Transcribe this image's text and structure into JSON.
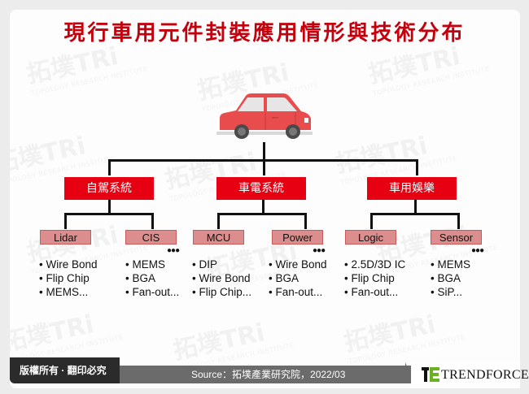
{
  "title": "現行車用元件封裝應用情形與技術分布",
  "watermark": {
    "main": "拓墣TRi",
    "sub": "TOPOLOGY RESEARCH INSTITUTE"
  },
  "car_icon": "red-car-icon",
  "systems": [
    {
      "label": "自駕系統",
      "subs": [
        {
          "label": "Lidar",
          "items": [
            "Wire Bond",
            "Flip Chip",
            "MEMS..."
          ],
          "more": false
        },
        {
          "label": "CIS",
          "items": [
            "MEMS",
            "BGA",
            "Fan-out..."
          ],
          "more": true
        }
      ]
    },
    {
      "label": "車電系統",
      "subs": [
        {
          "label": "MCU",
          "items": [
            "DIP",
            "Wire Bond",
            "Flip Chip..."
          ],
          "more": false
        },
        {
          "label": "Power",
          "items": [
            "Wire Bond",
            "BGA",
            "Fan-out..."
          ],
          "more": true
        }
      ]
    },
    {
      "label": "車用娛樂",
      "subs": [
        {
          "label": "Logic",
          "items": [
            "2.5D/3D IC",
            "Flip Chip",
            "Fan-out..."
          ],
          "more": false
        },
        {
          "label": "Sensor",
          "items": [
            "MEMS",
            "BGA",
            "SiP..."
          ],
          "more": true
        }
      ]
    }
  ],
  "more_indicator": "●●●",
  "footer": {
    "copyright": "版權所有 · 翻印必究",
    "source": "Source：拓墣產業研究院，2022/03",
    "brand": "TRENDFORCE"
  },
  "colors": {
    "title": "#c4000d",
    "system_box": "#e60012",
    "sub_box": "#dc8e8e",
    "brand_green": "#6ab023"
  }
}
